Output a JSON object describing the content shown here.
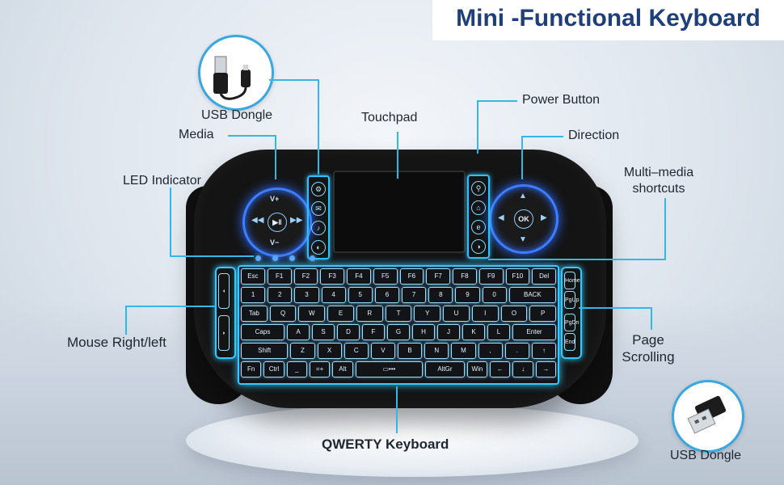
{
  "title": "Mini -Functional Keyboard",
  "labels": {
    "usb_dongle_top": "USB Dongle",
    "media": "Media",
    "touchpad": "Touchpad",
    "power_button": "Power Button",
    "direction": "Direction",
    "led_indicator": "LED Indicator",
    "multimedia_line1": "Multi–media",
    "multimedia_line2": "shortcuts",
    "mouse": "Mouse Right/left",
    "page_line1": "Page",
    "page_line2": "Scrolling",
    "qwerty": "QWERTY Keyboard",
    "usb_dongle_bottom": "USB Dongle"
  },
  "dial_left": {
    "top": "V+",
    "bottom": "V−"
  },
  "dial_right": {
    "center": "OK"
  },
  "keyboard_rows": [
    [
      "Esc",
      "F1",
      "F2",
      "F3",
      "F4",
      "F5",
      "F6",
      "F7",
      "F8",
      "F9",
      "F10",
      "Del"
    ],
    [
      "1",
      "2",
      "3",
      "4",
      "5",
      "6",
      "7",
      "8",
      "9",
      "0",
      "BACK"
    ],
    [
      "Tab",
      "Q",
      "W",
      "E",
      "R",
      "T",
      "Y",
      "U",
      "I",
      "O",
      "P"
    ],
    [
      "Caps",
      "A",
      "S",
      "D",
      "F",
      "G",
      "H",
      "J",
      "K",
      "L",
      "Enter"
    ],
    [
      "Shift",
      "Z",
      "X",
      "C",
      "V",
      "B",
      "N",
      "M",
      ",",
      ".",
      "↑"
    ],
    [
      "Fn",
      "Ctrl",
      "_",
      "=+",
      "Alt",
      "▭•••",
      "AltGr",
      "Win",
      "←",
      "↓",
      "→"
    ]
  ],
  "right_side_keys": [
    "Home",
    "PgUp",
    "PgDn",
    "End"
  ],
  "colors": {
    "title": "#1f3f7a",
    "lead_line": "#34b6e6",
    "backlight": "#36c8ff"
  }
}
